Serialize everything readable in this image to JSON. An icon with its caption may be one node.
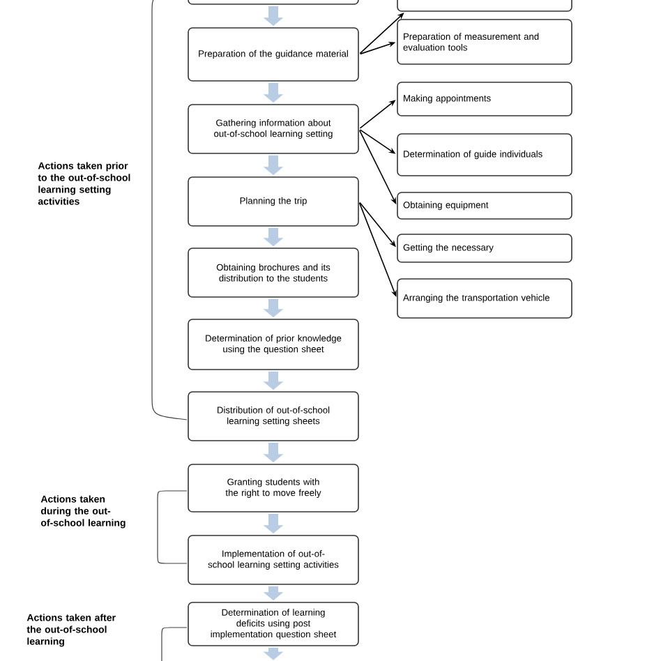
{
  "diagram": {
    "nodes": [
      {
        "text": [],
        "shape": "box"
      },
      {
        "text": [],
        "shape": "box"
      },
      {
        "text": [
          "Preparation of the guidance material"
        ]
      },
      {
        "text": [
          "Preparation of measurement and evaluation tools"
        ]
      },
      {
        "text": [
          "Gathering information about out-of-school learning setting"
        ]
      },
      {
        "text": [
          "Making appointments"
        ]
      },
      {
        "text": [
          "Determination of guide individuals"
        ]
      },
      {
        "text": [
          "Planning the trip"
        ]
      },
      {
        "text": [
          "Obtaining equipment"
        ]
      },
      {
        "text": [
          "Getting the necessary"
        ]
      },
      {
        "text": [
          "Arranging the transportation vehicle"
        ]
      },
      {
        "text": [
          "Obtaining brochures and its distribution to the students"
        ]
      },
      {
        "text": [
          "Determination of prior knowledge using the question sheet"
        ]
      },
      {
        "text": [
          "Distribution of out-of-school learning setting sheets"
        ]
      },
      {
        "text": [
          "Granting students with the right to move freely"
        ]
      },
      {
        "text": [
          "Implementation of out-of-school learning setting activities"
        ]
      },
      {
        "text": [
          "Determination of learning deficits using post implementation question sheet"
        ]
      }
    ],
    "edges": [
      {
        "from": 0,
        "to": 2,
        "arrow": "to"
      },
      {
        "from": 2,
        "to": 4,
        "arrow": "to"
      },
      {
        "from": 4,
        "to": 7,
        "arrow": "to"
      },
      {
        "from": 7,
        "to": 11,
        "arrow": "to"
      },
      {
        "from": 11,
        "to": 12,
        "arrow": "to"
      },
      {
        "from": 12,
        "to": 13,
        "arrow": "to"
      },
      {
        "from": 13,
        "to": 14,
        "arrow": "to"
      },
      {
        "from": 14,
        "to": 15,
        "arrow": "to"
      },
      {
        "from": 15,
        "to": 16,
        "arrow": "to"
      },
      {
        "from": 16,
        "to": null,
        "arrow": "to"
      },
      {
        "from": 2,
        "to": 1,
        "arrow": "to",
        "color": "#000000"
      },
      {
        "from": 2,
        "to": 3,
        "arrow": "to",
        "color": "#000000"
      },
      {
        "from": 4,
        "to": 5,
        "arrow": "to",
        "color": "#000000"
      },
      {
        "from": 4,
        "to": 6,
        "arrow": "to",
        "color": "#000000"
      },
      {
        "from": 4,
        "to": 8,
        "arrow": "to",
        "color": "#000000"
      },
      {
        "from": 7,
        "to": 9,
        "arrow": "to",
        "color": "#000000"
      },
      {
        "from": 7,
        "to": 10,
        "arrow": "to",
        "color": "#000000"
      }
    ],
    "labels": [
      "Actions taken prior to the out-of-school learning setting activities",
      "Actions taken during the out-of-school learning",
      "Actions taken after the out-of-school learning"
    ]
  }
}
